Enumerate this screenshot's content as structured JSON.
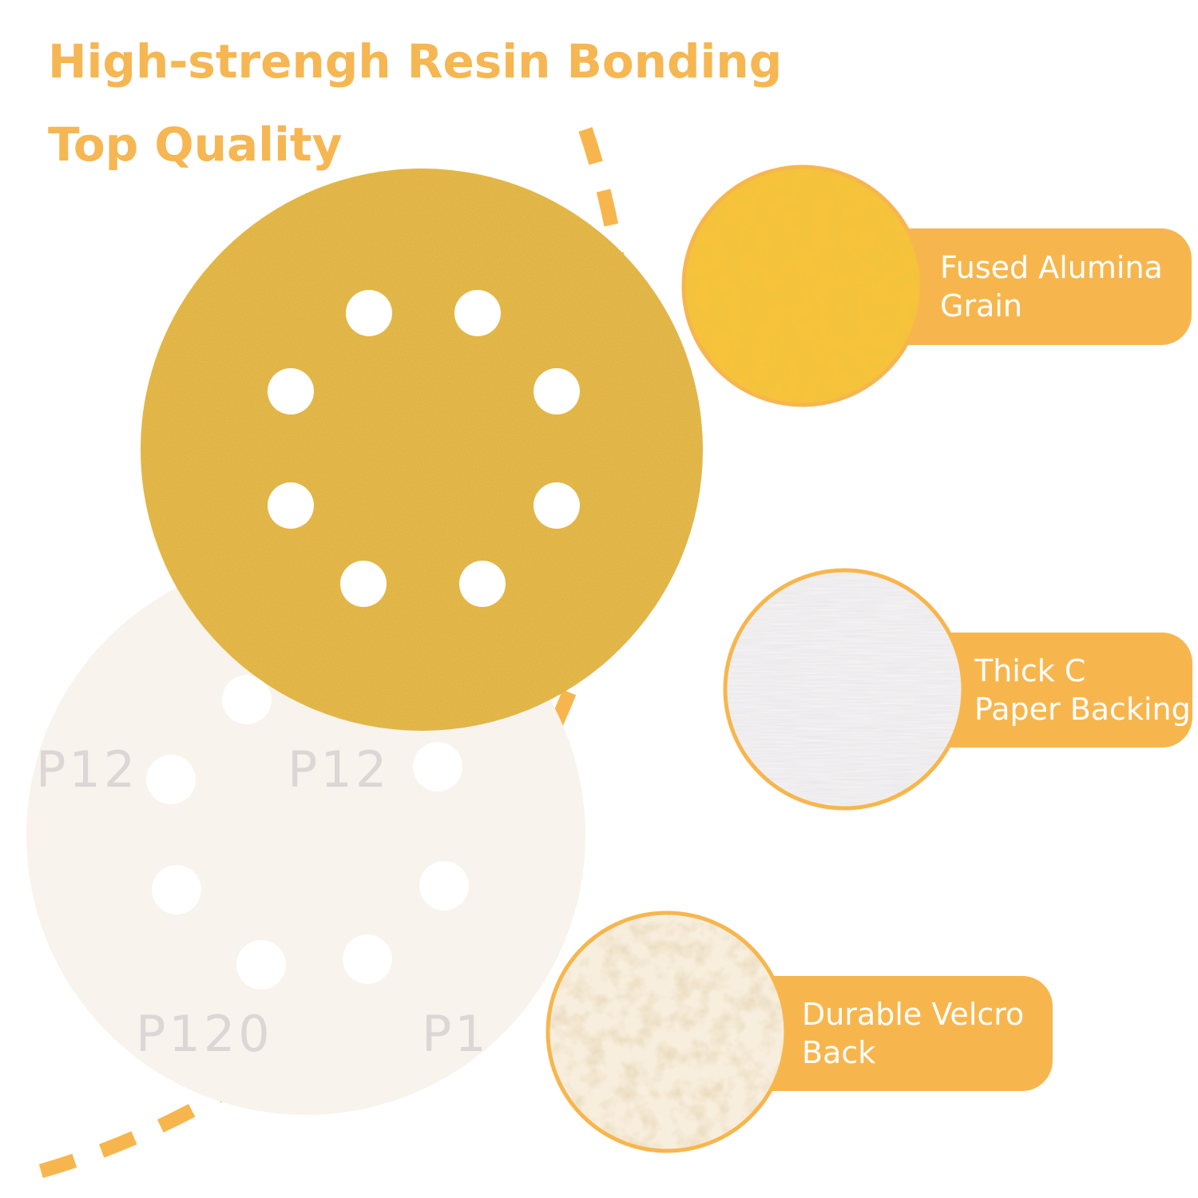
{
  "header": {
    "title_line1": "High-strengh Resin Bonding",
    "title_line2": "Top Quality"
  },
  "features": [
    {
      "line1": "Fused Alumina",
      "line2": "Grain",
      "icon": "abrasive-grain-closeup"
    },
    {
      "line1": "Thick C",
      "line2": "Paper Backing",
      "icon": "paper-backing-closeup"
    },
    {
      "line1": "Durable Velcro",
      "line2": "Back",
      "icon": "velcro-back-closeup"
    }
  ],
  "disc_back": {
    "grit_print": "P120",
    "grit_print_partial": "P12",
    "grit_print_partial_short": "P1"
  },
  "disc_front": {
    "hole_count": 8
  },
  "colors": {
    "accent": "#F7B64D",
    "title": "#F6B652",
    "disc_yellow": "#EFBE4A",
    "disc_back": "#F8F3EC",
    "grit_text": "#DCD6D6"
  }
}
